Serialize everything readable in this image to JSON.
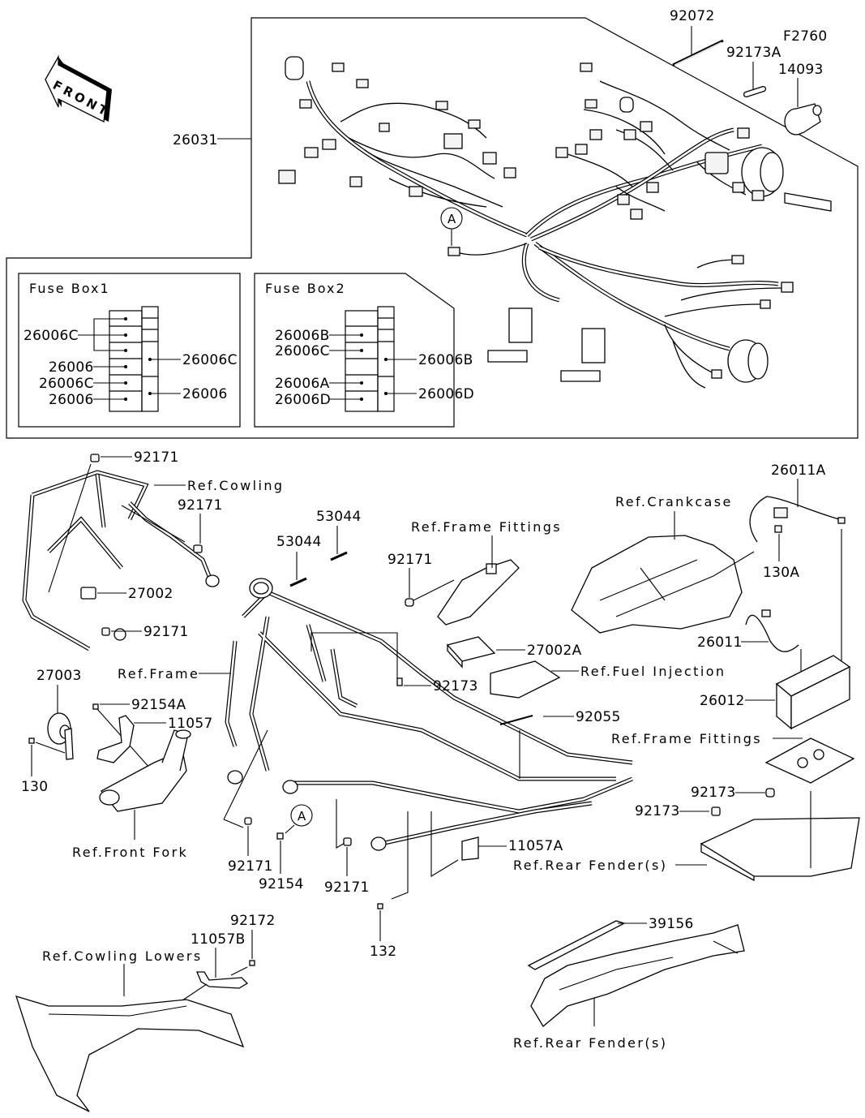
{
  "diagram": {
    "code": "F2760",
    "front_arrow": "FRONT",
    "callout_marker": "A",
    "harness_group": {
      "main_harness": "26031",
      "accessories": [
        "92072",
        "92173A",
        "14093"
      ]
    },
    "fuse_box_1": {
      "title": "Fuse Box1",
      "left_labels": [
        "26006C",
        "26006",
        "26006C",
        "26006"
      ],
      "right_labels": [
        "26006C",
        "26006"
      ]
    },
    "fuse_box_2": {
      "title": "Fuse Box2",
      "left_labels": [
        "26006B",
        "26006C",
        "26006A",
        "26006D"
      ],
      "right_labels": [
        "26006B",
        "26006D"
      ]
    },
    "labels": {
      "p92171_top": "92171",
      "ref_cowling": "Ref.Cowling",
      "p92171_b": "92171",
      "p27002": "27002",
      "p92171_c": "92171",
      "ref_frame": "Ref.Frame",
      "p27003": "27003",
      "p92154a": "92154A",
      "p11057": "11057",
      "p130": "130",
      "ref_front_fork": "Ref.Front Fork",
      "p53044_a": "53044",
      "p53044_b": "53044",
      "ref_frame_fittings_1": "Ref.Frame Fittings",
      "p92171_d": "92171",
      "p27002a": "27002A",
      "p92173": "92173",
      "ref_fuel_injection": "Ref.Fuel Injection",
      "p92055": "92055",
      "ref_crankcase": "Ref.Crankcase",
      "p26011a": "26011A",
      "p130a": "130A",
      "p26011": "26011",
      "p26012": "26012",
      "ref_frame_fittings_2": "Ref.Frame Fittings",
      "p92173_b": "92173",
      "p92173_c": "92173",
      "ref_rear_fender_1": "Ref.Rear Fender(s)",
      "p11057a": "11057A",
      "p92171_e": "92171",
      "p92154": "92154",
      "p92171_f": "92171",
      "p132": "132",
      "p92172": "92172",
      "p11057b": "11057B",
      "ref_cowling_lowers": "Ref.Cowling Lowers",
      "p39156": "39156",
      "ref_rear_fender_2": "Ref.Rear Fender(s)"
    }
  }
}
